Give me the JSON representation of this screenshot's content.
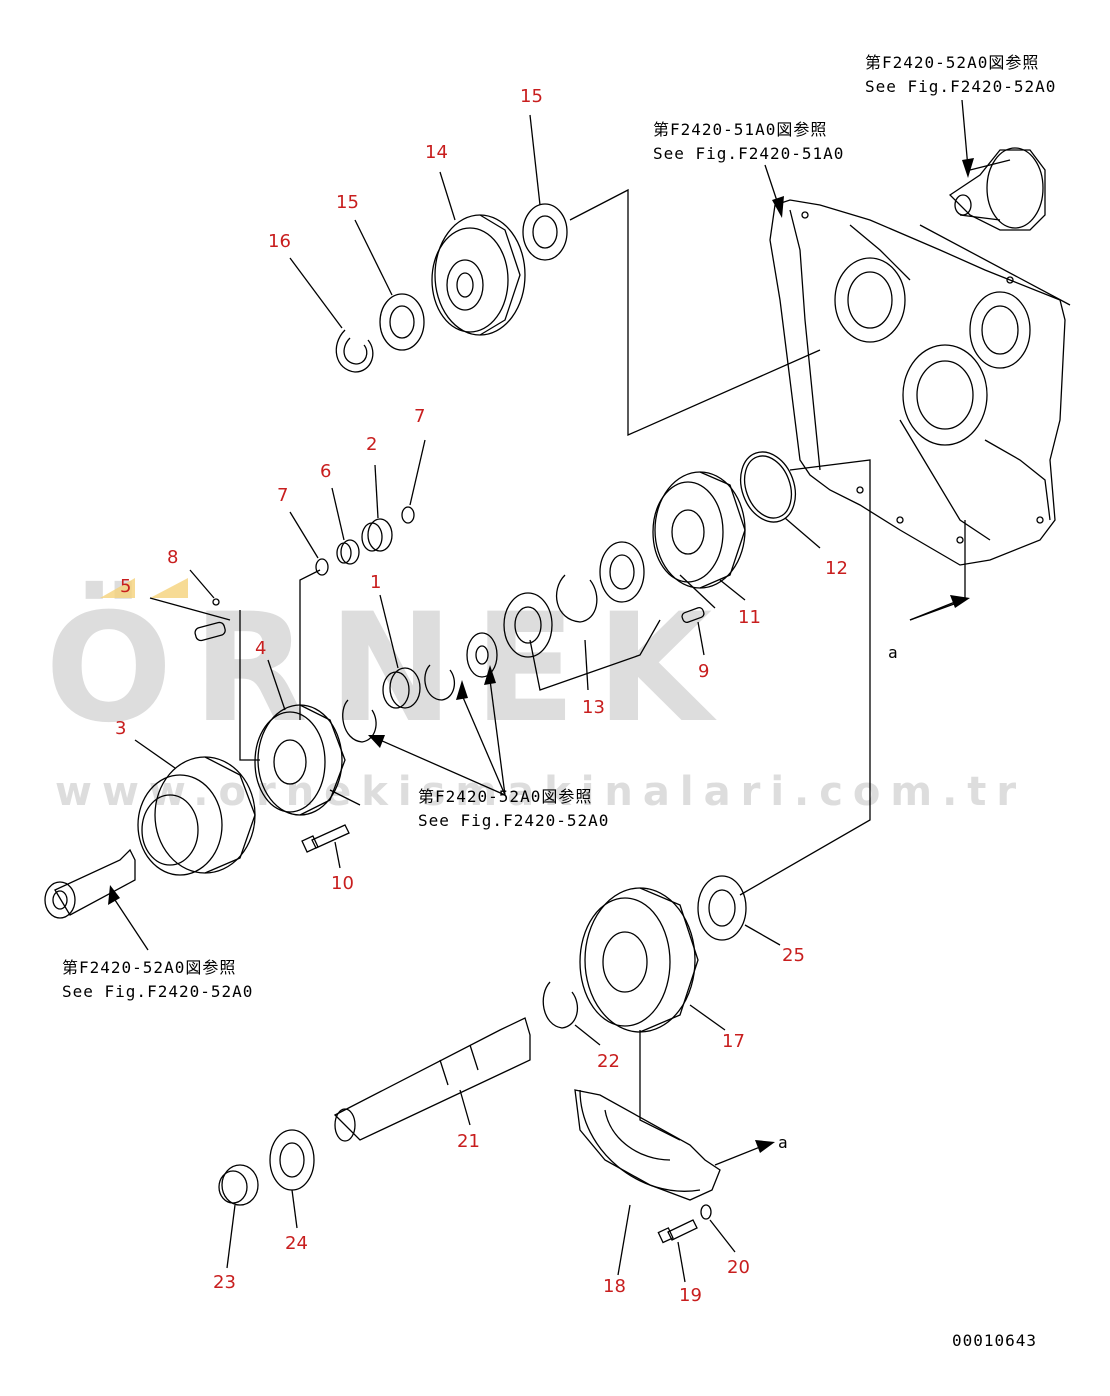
{
  "watermark": {
    "brand": "ÖRNEK",
    "url": "www.ornekismakinalari.com.tr"
  },
  "references": {
    "f2420_52a0_jp": "第F2420-52A0図参照",
    "f2420_52a0_en": "See Fig.F2420-52A0",
    "f2420_51a0_jp": "第F2420-51A0図参照",
    "f2420_51a0_en": "See Fig.F2420-51A0"
  },
  "arrow_label": "a",
  "callouts": [
    "1",
    "2",
    "3",
    "4",
    "5",
    "6",
    "7",
    "7",
    "8",
    "9",
    "10",
    "11",
    "12",
    "13",
    "14",
    "15",
    "15",
    "16",
    "17",
    "18",
    "19",
    "20",
    "21",
    "22",
    "23",
    "24",
    "25"
  ],
  "drawing_number": "00010643",
  "colors": {
    "callout": "#c81e1e",
    "line": "#000000",
    "watermark": "#cfcfcf",
    "highlight": "#f5d27a"
  }
}
